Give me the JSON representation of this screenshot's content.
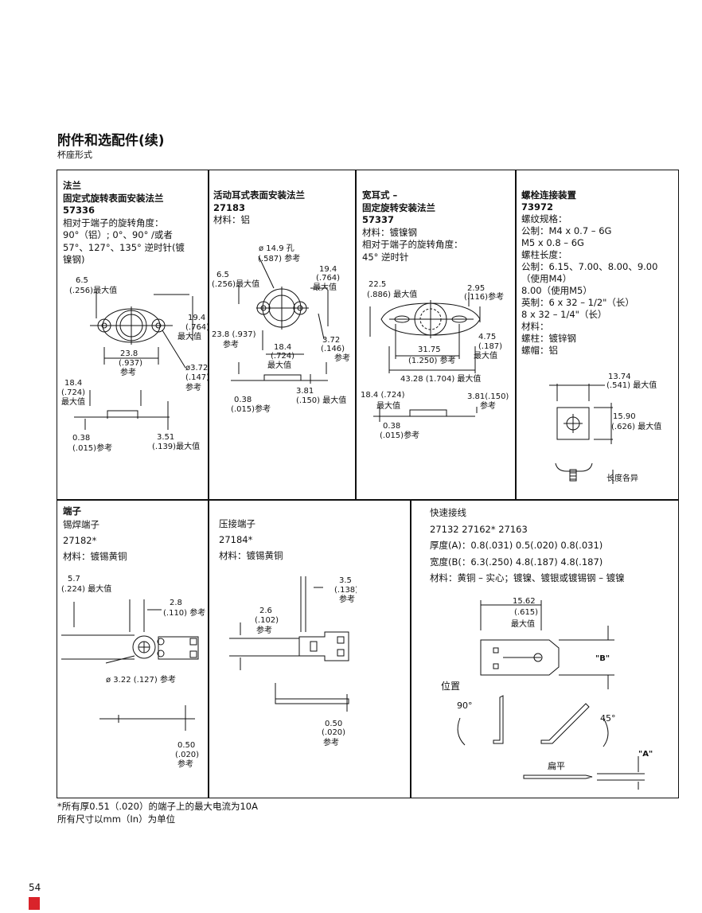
{
  "header": {
    "title": "附件和选配件(续)",
    "subtitle": "杯座形式"
  },
  "cells": {
    "flange": {
      "heading": "法兰",
      "name": "固定式旋转表面安装法兰",
      "part": "57336",
      "line1": "相对于端子的旋转角度：",
      "line2": "90°（铝）; 0°、90°  /或者",
      "line3": "57°、127°、135° 逆时针(镀",
      "line4": "镍钢)",
      "dims": {
        "d1a": "6.5",
        "d1b": "(.256)最大值",
        "d2a": "19.4",
        "d2b": "(.764)",
        "d2c": "最大值",
        "d3a": "23.8",
        "d3b": "(.937)",
        "d3c": "参考",
        "d4a": "ø3.72",
        "d4b": "(.147)",
        "d4c": "参考",
        "d5a": "18.4",
        "d5b": "(.724)",
        "d5c": "最大值",
        "d6a": "0.38",
        "d6b": "(.015)参考",
        "d7a": "3.51",
        "d7b": "(.139)最大值"
      }
    },
    "swivel": {
      "name": "活动耳式表面安装法兰",
      "part": "27183",
      "material": "材料：铝",
      "dims": {
        "d1a": "ø 14.9 孔",
        "d1b": "(.587) 参考",
        "d2a": "6.5",
        "d2b": "(.256)最大值",
        "d3a": "19.4",
        "d3b": "(.764)",
        "d3c": "最大值",
        "d4a": "23.8 (.937)",
        "d4b": "参考",
        "d5a": "3.72",
        "d5b": "(.146)",
        "d5c": "参考",
        "d6a": "18.4",
        "d6b": "(.724)",
        "d6c": "最大值",
        "d7a": "0.38",
        "d7b": "(.015)参考",
        "d8a": "3.81",
        "d8b": "(.150) 最大值"
      }
    },
    "wide": {
      "name1": "宽耳式 –",
      "name2": "固定旋转安装法兰",
      "part": "57337",
      "material": "材料：镀镍钢",
      "line1": "相对于端子的旋转角度：",
      "line2": "45° 逆时针",
      "dims": {
        "d1a": "22.5",
        "d1b": "(.886) 最大值",
        "d2a": "2.95",
        "d2b": "(.116)参考",
        "d3a": "4.75",
        "d3b": "(.187)",
        "d3c": "最大值",
        "d4a": "31.75",
        "d4b": "(1.250) 参考",
        "d5": "43.28 (1.704) 最大值",
        "d6a": "18.4 (.724)",
        "d6b": "最大值",
        "d7a": "3.81(.150)",
        "d7b": "参考",
        "d8a": "0.38",
        "d8b": "(.015)参考"
      }
    },
    "bolt": {
      "heading": "螺栓连接装置",
      "part": "73972",
      "l1": "螺纹规格：",
      "l2": "公制：M4 x 0.7 – 6G",
      "l3": "M5 x 0.8 – 6G",
      "l4": "螺柱长度：",
      "l5": "公制：6.15、7.00、8.00、9.00",
      "l6": "（使用M4）",
      "l7": "8.00（使用M5）",
      "l8": "英制：6 x 32 – 1/2\"（长）",
      "l9": "8 x 32 – 1/4\"（长）",
      "l10": "材料：",
      "l11": "螺柱：镀锌钢",
      "l12": "螺帽：铝",
      "dims": {
        "d1a": "13.74",
        "d1b": "(.541) 最大值",
        "d2a": "15.90",
        "d2b": "(.626) 最大值",
        "d3": "长度各异"
      }
    },
    "terminal": {
      "heading": "端子",
      "name": "锡焊端子",
      "part": "27182*",
      "material": "材料：镀锡黄铜",
      "dims": {
        "d1a": "5.7",
        "d1b": "(.224) 最大值",
        "d2a": "2.8",
        "d2b": "(.110) 参考",
        "d3": "ø 3.22 (.127) 参考",
        "d4a": "0.50",
        "d4b": "(.020)",
        "d4c": "参考"
      }
    },
    "crimp": {
      "name": "压接端子",
      "part": "27184*",
      "material": "材料：镀锡黄铜",
      "dims": {
        "d1a": "3.5",
        "d1b": "(.138)",
        "d1c": "参考",
        "d2a": "2.6",
        "d2b": "(.102)",
        "d2c": "参考",
        "d3a": "0.50",
        "d3b": "(.020)",
        "d3c": "参考"
      }
    },
    "quick": {
      "heading": "快速接线",
      "parts": "27132  27162*  27163",
      "thickness": "厚度(A)：0.8(.031) 0.5(.020) 0.8(.031)",
      "width": "宽度(B(：6.3(.250) 4.8(.187) 4.8(.187)",
      "material": "材料：黄铜 – 实心；镀镍、镀银或镀锡钢 – 镀镍",
      "dims": {
        "d1a": "15.62",
        "d1b": "(.615)",
        "d1c": "最大值",
        "b": "\"B\"",
        "pos": "位置",
        "a90": "90°",
        "a45": "45°",
        "a": "\"A\"",
        "flat": "扁平"
      }
    }
  },
  "footer": {
    "note1": "*所有厚0.51（.020）的端子上的最大电流为10A",
    "note2": "所有尺寸以mm（In）为单位"
  },
  "page": {
    "number": "54",
    "accent": "#d9232a"
  }
}
